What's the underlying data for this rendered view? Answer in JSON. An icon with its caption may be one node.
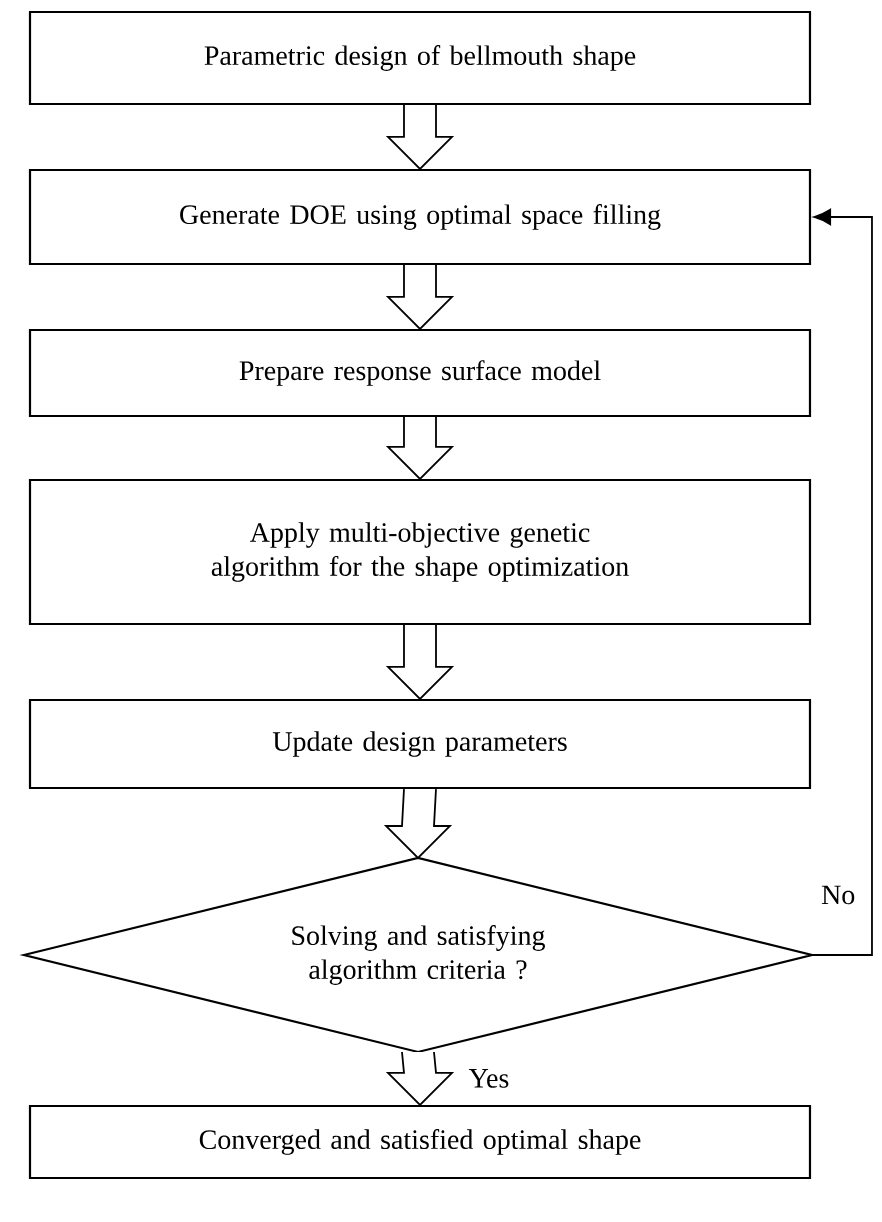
{
  "diagram": {
    "nodes": [
      {
        "text": [
          "Parametric design of bellmouth shape"
        ]
      },
      {
        "text": [
          "Generate DOE using optimal space filling"
        ]
      },
      {
        "text": [
          "Prepare response surface model"
        ]
      },
      {
        "text": [
          "Apply multi-objective genetic algorithm for the shape optimization"
        ]
      },
      {
        "text": [
          "Update design parameters"
        ]
      },
      {
        "text": [
          "Solving and satisfying algorithm criteria ?"
        ]
      },
      {
        "text": [
          "Converged and satisfied optimal shape"
        ]
      }
    ],
    "edges": [
      {
        "from": 0,
        "to": 1,
        "arrow": "to"
      },
      {
        "from": 1,
        "to": 2,
        "arrow": "to"
      },
      {
        "from": 2,
        "to": 3,
        "arrow": "to"
      },
      {
        "from": 3,
        "to": 4,
        "arrow": "to"
      },
      {
        "from": 4,
        "to": 5,
        "arrow": "to"
      },
      {
        "from": 5,
        "to": 6,
        "arrow": "to",
        "label": "Yes"
      },
      {
        "from": 5,
        "to": 1,
        "arrow": "to",
        "label": "No"
      }
    ]
  }
}
